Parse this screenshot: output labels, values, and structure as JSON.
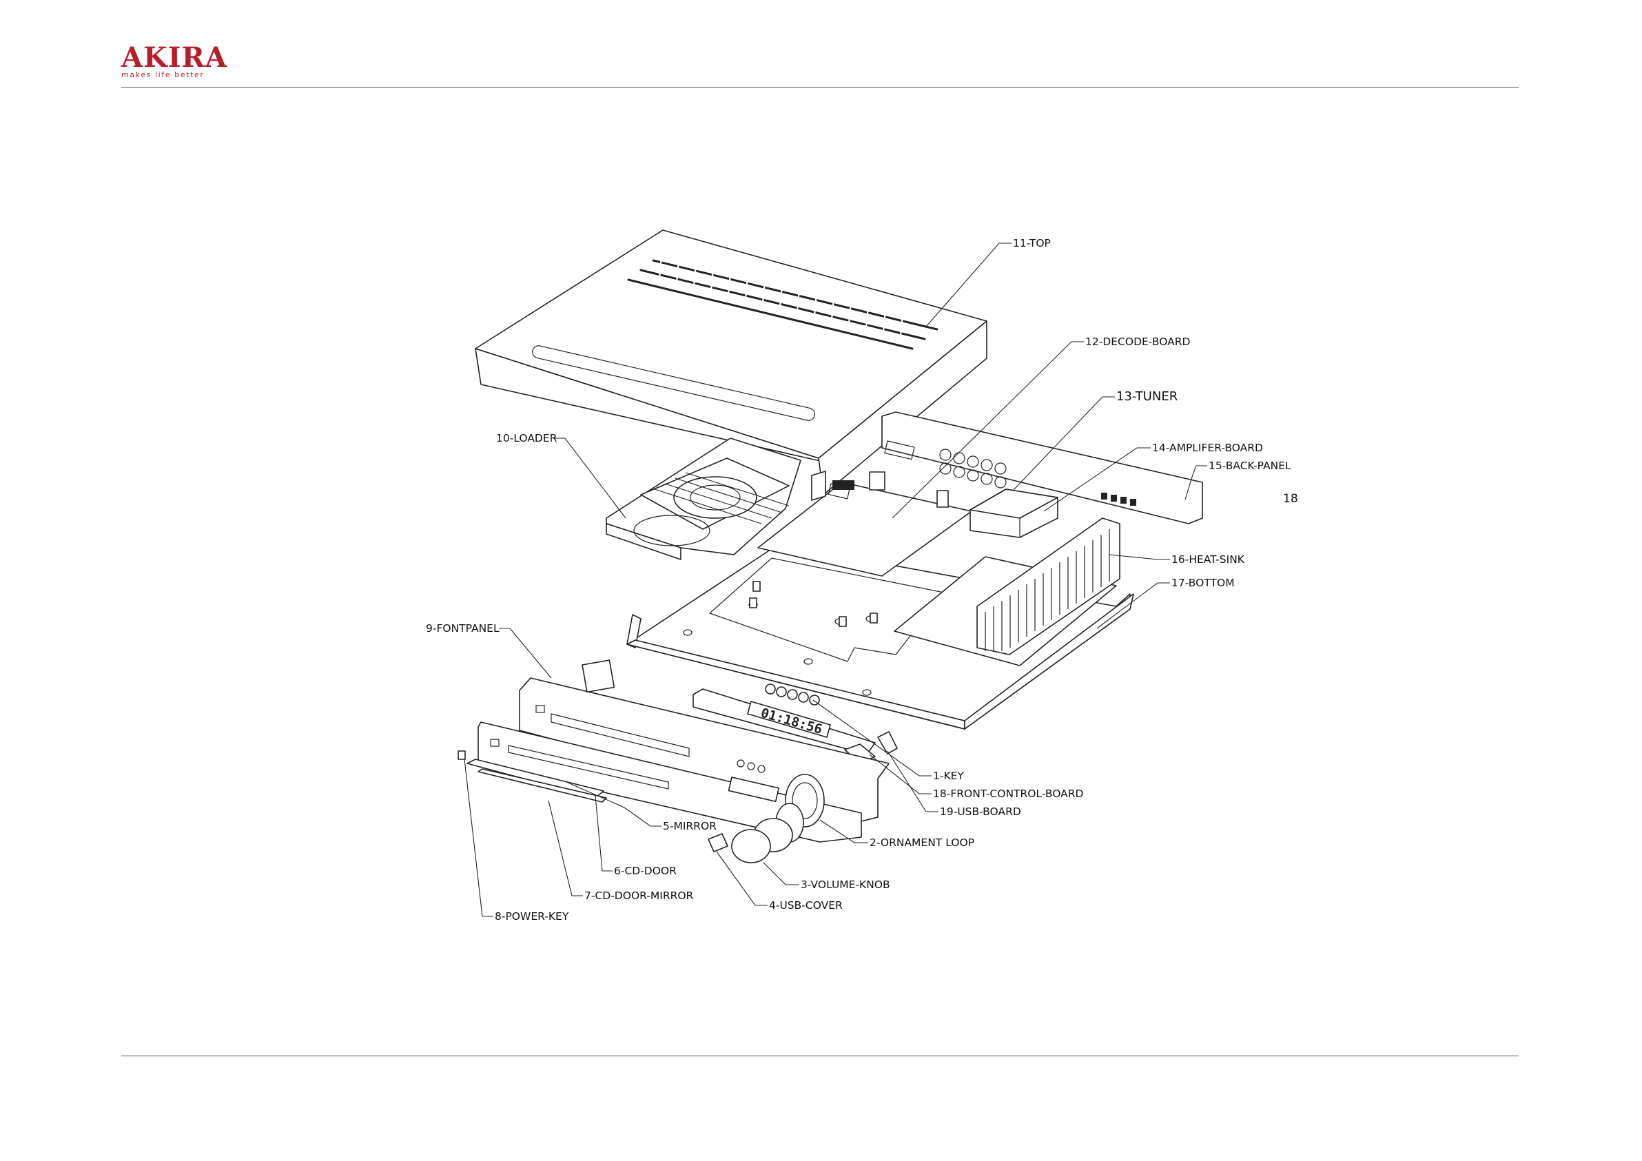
{
  "brand": {
    "name": "AKIRA",
    "tagline": "makes life better",
    "color": "#b81e2a"
  },
  "page_number": "18",
  "parts": {
    "p11": "11-TOP",
    "p12": "12-DECODE-BOARD",
    "p13": "13-TUNER",
    "p14": "14-AMPLIFER-BOARD",
    "p15": "15-BACK-PANEL",
    "p10": "10-LOADER",
    "p16": "16-HEAT-SINK",
    "p17": "17-BOTTOM",
    "p9": "9-FONTPANEL",
    "p1": "1-KEY",
    "p18": "18-FRONT-CONTROL-BOARD",
    "p19": "19-USB-BOARD",
    "p5": "5-MIRROR",
    "p2": "2-ORNAMENT LOOP",
    "p6": "6-CD-DOOR",
    "p3": "3-VOLUME-KNOB",
    "p7": "7-CD-DOOR-MIRROR",
    "p4": "4-USB-COVER",
    "p8": "8-POWER-KEY"
  },
  "display_readout": "01:18:56"
}
